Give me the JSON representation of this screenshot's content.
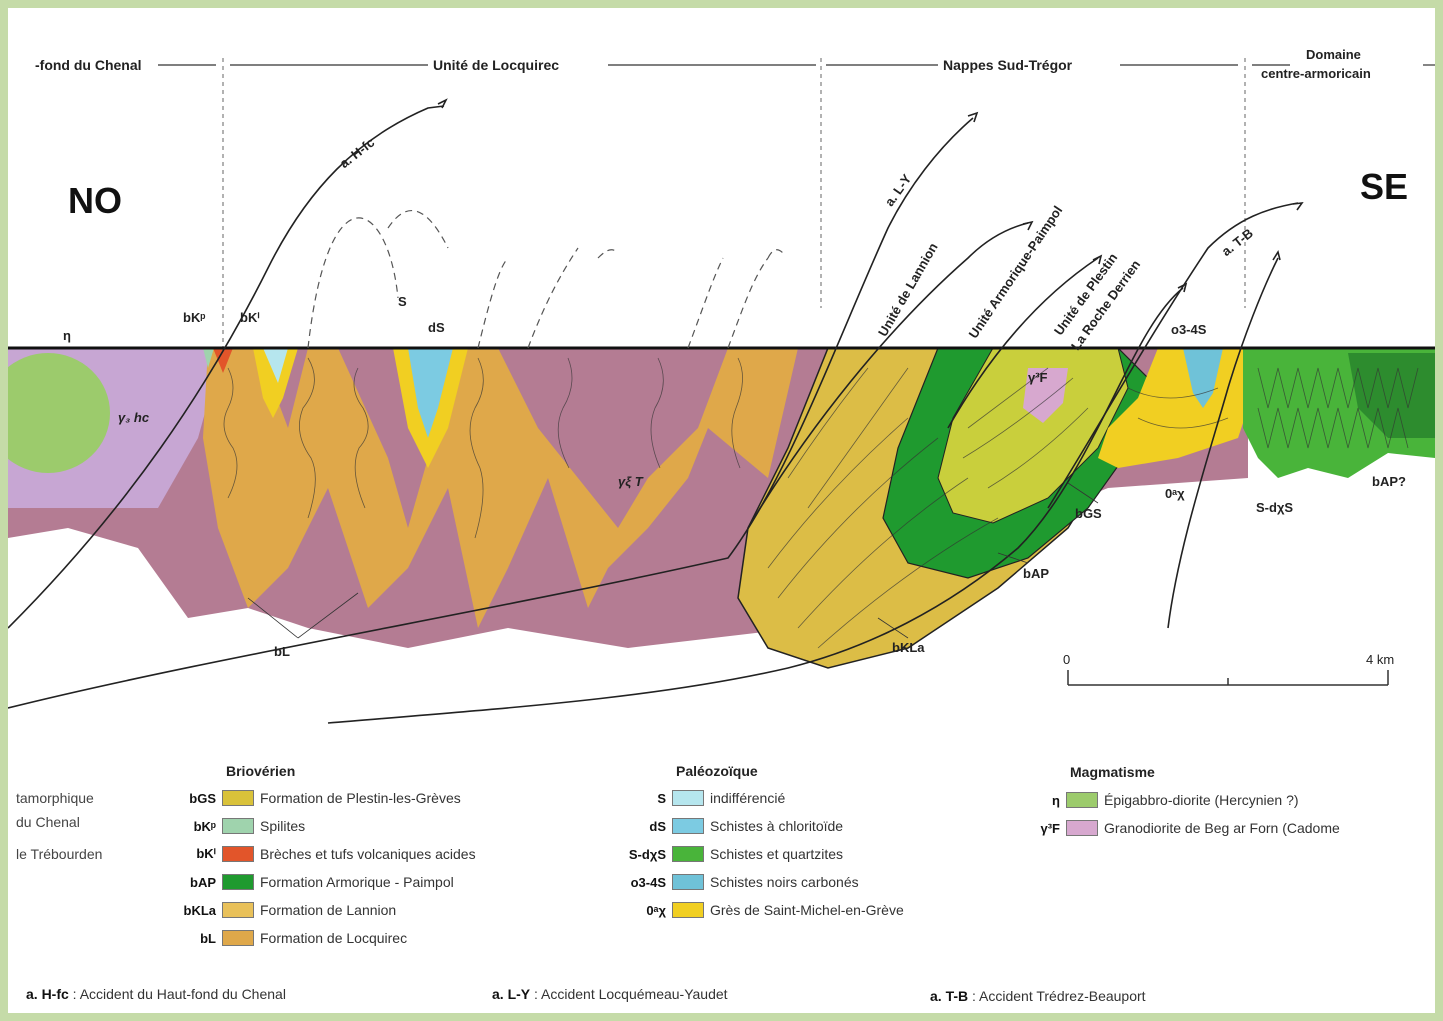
{
  "headers": {
    "chenal": "-fond du Chenal",
    "locquirec": "Unité de Locquirec",
    "sud_tregor": "Nappes Sud-Trégor",
    "centre_line1": "Domaine",
    "centre_line2": "centre-armoricain"
  },
  "orientation": {
    "nw": "NO",
    "se": "SE"
  },
  "faults": {
    "hfc": "a. H-fc",
    "ly": "a. L-Y",
    "tb": "a. T-B"
  },
  "units": {
    "lannion": "Unité de Lannion",
    "armorique": "Unité Armorique-Paimpol",
    "plestin1": "Unité de Plestin",
    "plestin2": "La Roche Derrien"
  },
  "section_labels": {
    "eta": "η",
    "bkp": "bKᵖ",
    "bki": "bKⁱ",
    "s": "S",
    "ds": "dS",
    "gamma_hc": "γ₃ hc",
    "gamma_t": "γξ T",
    "o34s": "o3-4S",
    "gammaf": "γ³F",
    "o_chi": "0ᵃχ",
    "bgs": "bGS",
    "sdxs": "S-dχS",
    "bapq": "bAP?",
    "bap": "bAP",
    "bkla": "bKLa",
    "bl": "bL"
  },
  "scale": {
    "zero": "0",
    "end": "4 km"
  },
  "legend": {
    "left_col": [
      "tamorphique",
      "du Chenal",
      "le Trébourden"
    ],
    "briovérien": {
      "title": "Briovérien",
      "items": [
        {
          "code": "bGS",
          "label": "Formation de Plestin-les-Grèves",
          "color": "#d9c23a"
        },
        {
          "code": "bKᵖ",
          "label": "Spilites",
          "color": "#9fd3ad"
        },
        {
          "code": "bKⁱ",
          "label": "Brèches et tufs volcaniques acides",
          "color": "#e2552a"
        },
        {
          "code": "bAP",
          "label": "Formation Armorique - Paimpol",
          "color": "#1f9a2f"
        },
        {
          "code": "bKLa",
          "label": "Formation de Lannion",
          "color": "#e9c15a"
        },
        {
          "code": "bL",
          "label": "Formation de Locquirec",
          "color": "#dfa84a"
        }
      ]
    },
    "paleozoique": {
      "title": "Paléozoïque",
      "items": [
        {
          "code": "S",
          "label": "indifférencié",
          "color": "#b6e6ee"
        },
        {
          "code": "dS",
          "label": "Schistes à chloritoïde",
          "color": "#7ccbe2"
        },
        {
          "code": "S-dχS",
          "label": "Schistes et quartzites",
          "color": "#49b43a"
        },
        {
          "code": "o3-4S",
          "label": "Schistes noirs carbonés",
          "color": "#6fc2d8"
        },
        {
          "code": "0ᵃχ",
          "label": "Grès de Saint-Michel-en-Grève",
          "color": "#f1cf22"
        }
      ]
    },
    "magmatisme": {
      "title": "Magmatisme",
      "items": [
        {
          "code": "η",
          "label": "Épigabbro-diorite (Hercynien ?)",
          "color": "#9ccb6c"
        },
        {
          "code": "γ³F",
          "label": "Granodiorite de Beg ar Forn (Cadome",
          "color": "#d7a8cf"
        }
      ]
    }
  },
  "accidents": {
    "hfc_code": "a. H-fc",
    "hfc_text": " : Accident du Haut-fond du Chenal",
    "ly_code": "a. L-Y",
    "ly_text": " : Accident Locquémeau-Yaudet",
    "tb_code": "a. T-B",
    "tb_text": " : Accident Trédrez-Beauport"
  }
}
